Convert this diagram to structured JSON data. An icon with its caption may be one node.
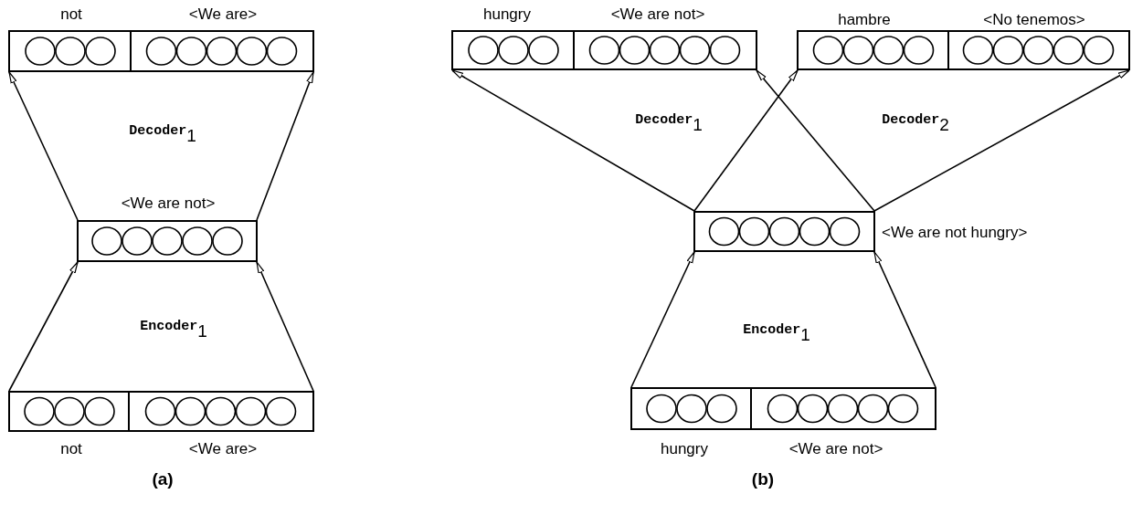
{
  "diagram": {
    "nodes": [
      {
        "text": [
          "not",
          "<We are>"
        ]
      },
      {
        "text": [
          "<We are not>"
        ]
      },
      {
        "text": [
          "not",
          "<We are>"
        ]
      },
      {
        "text": [
          "hungry",
          "<We are not>"
        ]
      },
      {
        "text": [
          "hambre",
          "<No tenemos>"
        ]
      },
      {
        "text": [
          "<We are not hungry>"
        ]
      },
      {
        "text": [
          "hungry",
          "<We are not>"
        ]
      }
    ],
    "edges": [
      {
        "from": 1,
        "to": 0,
        "arrow": "to"
      },
      {
        "from": 1,
        "to": 0,
        "arrow": "to"
      },
      {
        "from": 2,
        "to": 1,
        "arrow": "to"
      },
      {
        "from": 2,
        "to": 1,
        "arrow": "to"
      },
      {
        "from": 5,
        "to": 3,
        "arrow": "to"
      },
      {
        "from": 5,
        "to": 3,
        "arrow": "to"
      },
      {
        "from": 5,
        "to": 4,
        "arrow": "to"
      },
      {
        "from": 5,
        "to": 4,
        "arrow": "to"
      },
      {
        "from": 6,
        "to": 5,
        "arrow": "to"
      },
      {
        "from": 6,
        "to": 5,
        "arrow": "to"
      }
    ],
    "labels": [
      "Decoder$_{1}$",
      "Encoder$_{1}$",
      "(a)",
      "Decoder$_{1}$",
      "Decoder$_{2}$",
      "Encoder$_{1}$",
      "(b)"
    ]
  }
}
